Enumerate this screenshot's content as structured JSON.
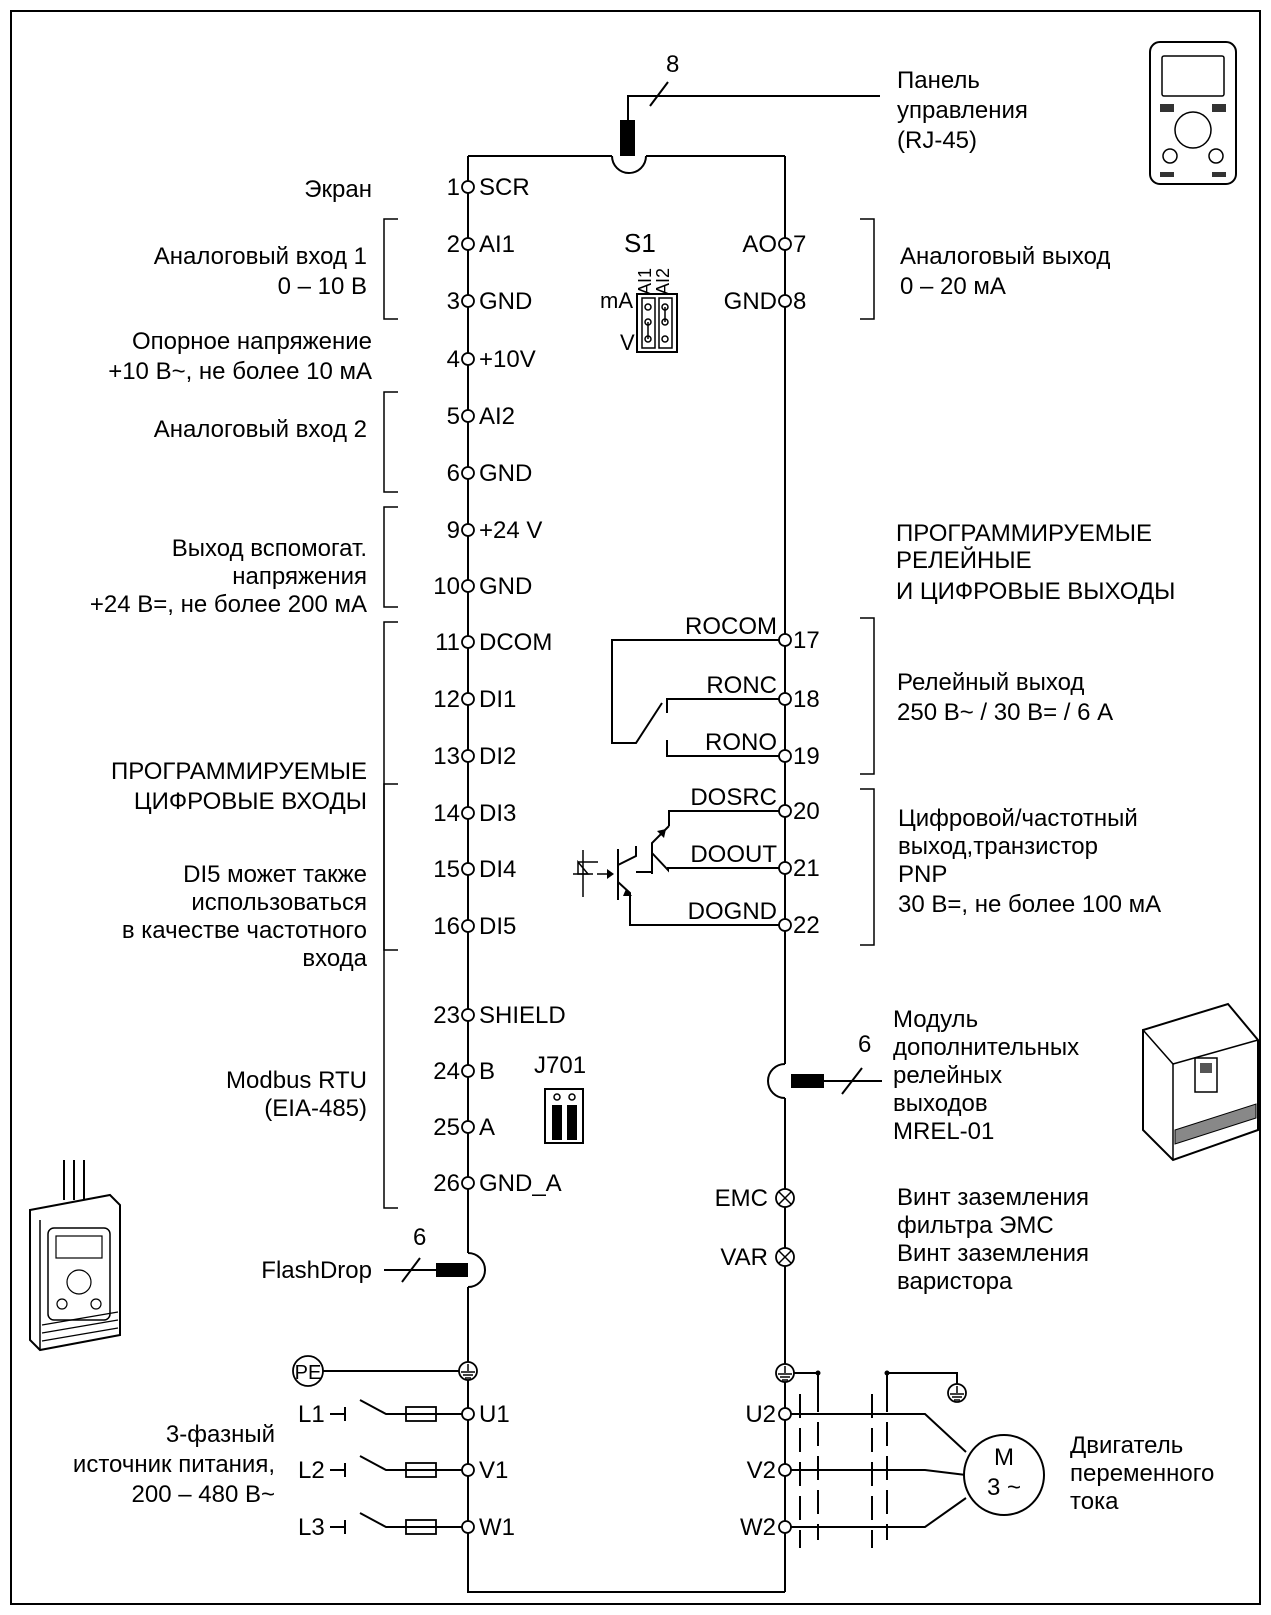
{
  "panel": {
    "cable_count": "8",
    "label_lines": [
      "Панель",
      "управления",
      "(RJ-45)"
    ]
  },
  "left_terminals": [
    {
      "num": "1",
      "name": "SCR"
    },
    {
      "num": "2",
      "name": "AI1"
    },
    {
      "num": "3",
      "name": "GND"
    },
    {
      "num": "4",
      "name": "+10V"
    },
    {
      "num": "5",
      "name": "AI2"
    },
    {
      "num": "6",
      "name": "GND"
    },
    {
      "num": "9",
      "name": "+24 V"
    },
    {
      "num": "10",
      "name": "GND"
    },
    {
      "num": "11",
      "name": "DCOM"
    },
    {
      "num": "12",
      "name": "DI1"
    },
    {
      "num": "13",
      "name": "DI2"
    },
    {
      "num": "14",
      "name": "DI3"
    },
    {
      "num": "15",
      "name": "DI4"
    },
    {
      "num": "16",
      "name": "DI5"
    },
    {
      "num": "23",
      "name": "SHIELD"
    },
    {
      "num": "24",
      "name": "B"
    },
    {
      "num": "25",
      "name": "A"
    },
    {
      "num": "26",
      "name": "GND_A"
    }
  ],
  "right_terminals": [
    {
      "num": "7",
      "name": "AO"
    },
    {
      "num": "8",
      "name": "GND"
    },
    {
      "num": "17",
      "name": "ROCOM"
    },
    {
      "num": "18",
      "name": "RONC"
    },
    {
      "num": "19",
      "name": "RONO"
    },
    {
      "num": "20",
      "name": "DOSRC"
    },
    {
      "num": "21",
      "name": "DOOUT"
    },
    {
      "num": "22",
      "name": "DOGND"
    }
  ],
  "left_labels": {
    "screen": "Экран",
    "ai1": [
      "Аналоговый вход 1",
      "0 – 10 В"
    ],
    "ref": [
      "Опорное напряжение",
      "+10 В~, не более 10 мА"
    ],
    "ai2": [
      "Аналоговый вход 2"
    ],
    "aux": [
      "Выход вспомогат.",
      "напряжения",
      "+24 В=, не более 200 мА"
    ],
    "di": [
      "ПРОГРАММИРУЕМЫЕ",
      "ЦИФРОВЫЕ ВХОДЫ"
    ],
    "di5": [
      "DI5 может также",
      "использоваться",
      "в качестве частотного",
      "входа"
    ],
    "modbus": [
      "Modbus RTU",
      "(EIA-485)"
    ]
  },
  "right_labels": {
    "ao": [
      "Аналоговый выход",
      "0 – 20 мА"
    ],
    "prog": [
      "ПРОГРАММИРУЕМЫЕ",
      "РЕЛЕЙНЫЕ",
      "И ЦИФРОВЫЕ ВЫХОДЫ"
    ],
    "relay": [
      "Релейный выход",
      "250 В~ / 30 В= / 6 А"
    ],
    "digital": [
      "Цифровой/частотный",
      "выход,транзистор",
      "PNP",
      "30 В=, не более 100 мА"
    ],
    "mrel": [
      "Модуль",
      "дополнительных",
      "релейных",
      "выходов",
      "MREL-01"
    ],
    "emc": [
      "Винт заземления",
      "фильтра ЭМС"
    ],
    "var": [
      "Винт заземления",
      "варистора"
    ]
  },
  "s1": {
    "title": "S1",
    "ai1": "AI1",
    "ai2": "AI2",
    "ma": "mA",
    "v": "V"
  },
  "j701": {
    "title": "J701"
  },
  "mrel_cable": "6",
  "screws": {
    "emc": "EMC",
    "var": "VAR"
  },
  "flashdrop": {
    "label": "FlashDrop",
    "cable": "6"
  },
  "power": {
    "pe": "PE",
    "lines": [
      "L1",
      "L2",
      "L3"
    ],
    "inputs": [
      "U1",
      "V1",
      "W1"
    ],
    "label": [
      "3-фазный",
      "источник питания,",
      "200 – 480 В~"
    ]
  },
  "motor": {
    "outputs": [
      "U2",
      "V2",
      "W2"
    ],
    "symbol": [
      "M",
      "3 ~"
    ],
    "label": [
      "Двигатель",
      "переменного",
      "тока"
    ]
  }
}
